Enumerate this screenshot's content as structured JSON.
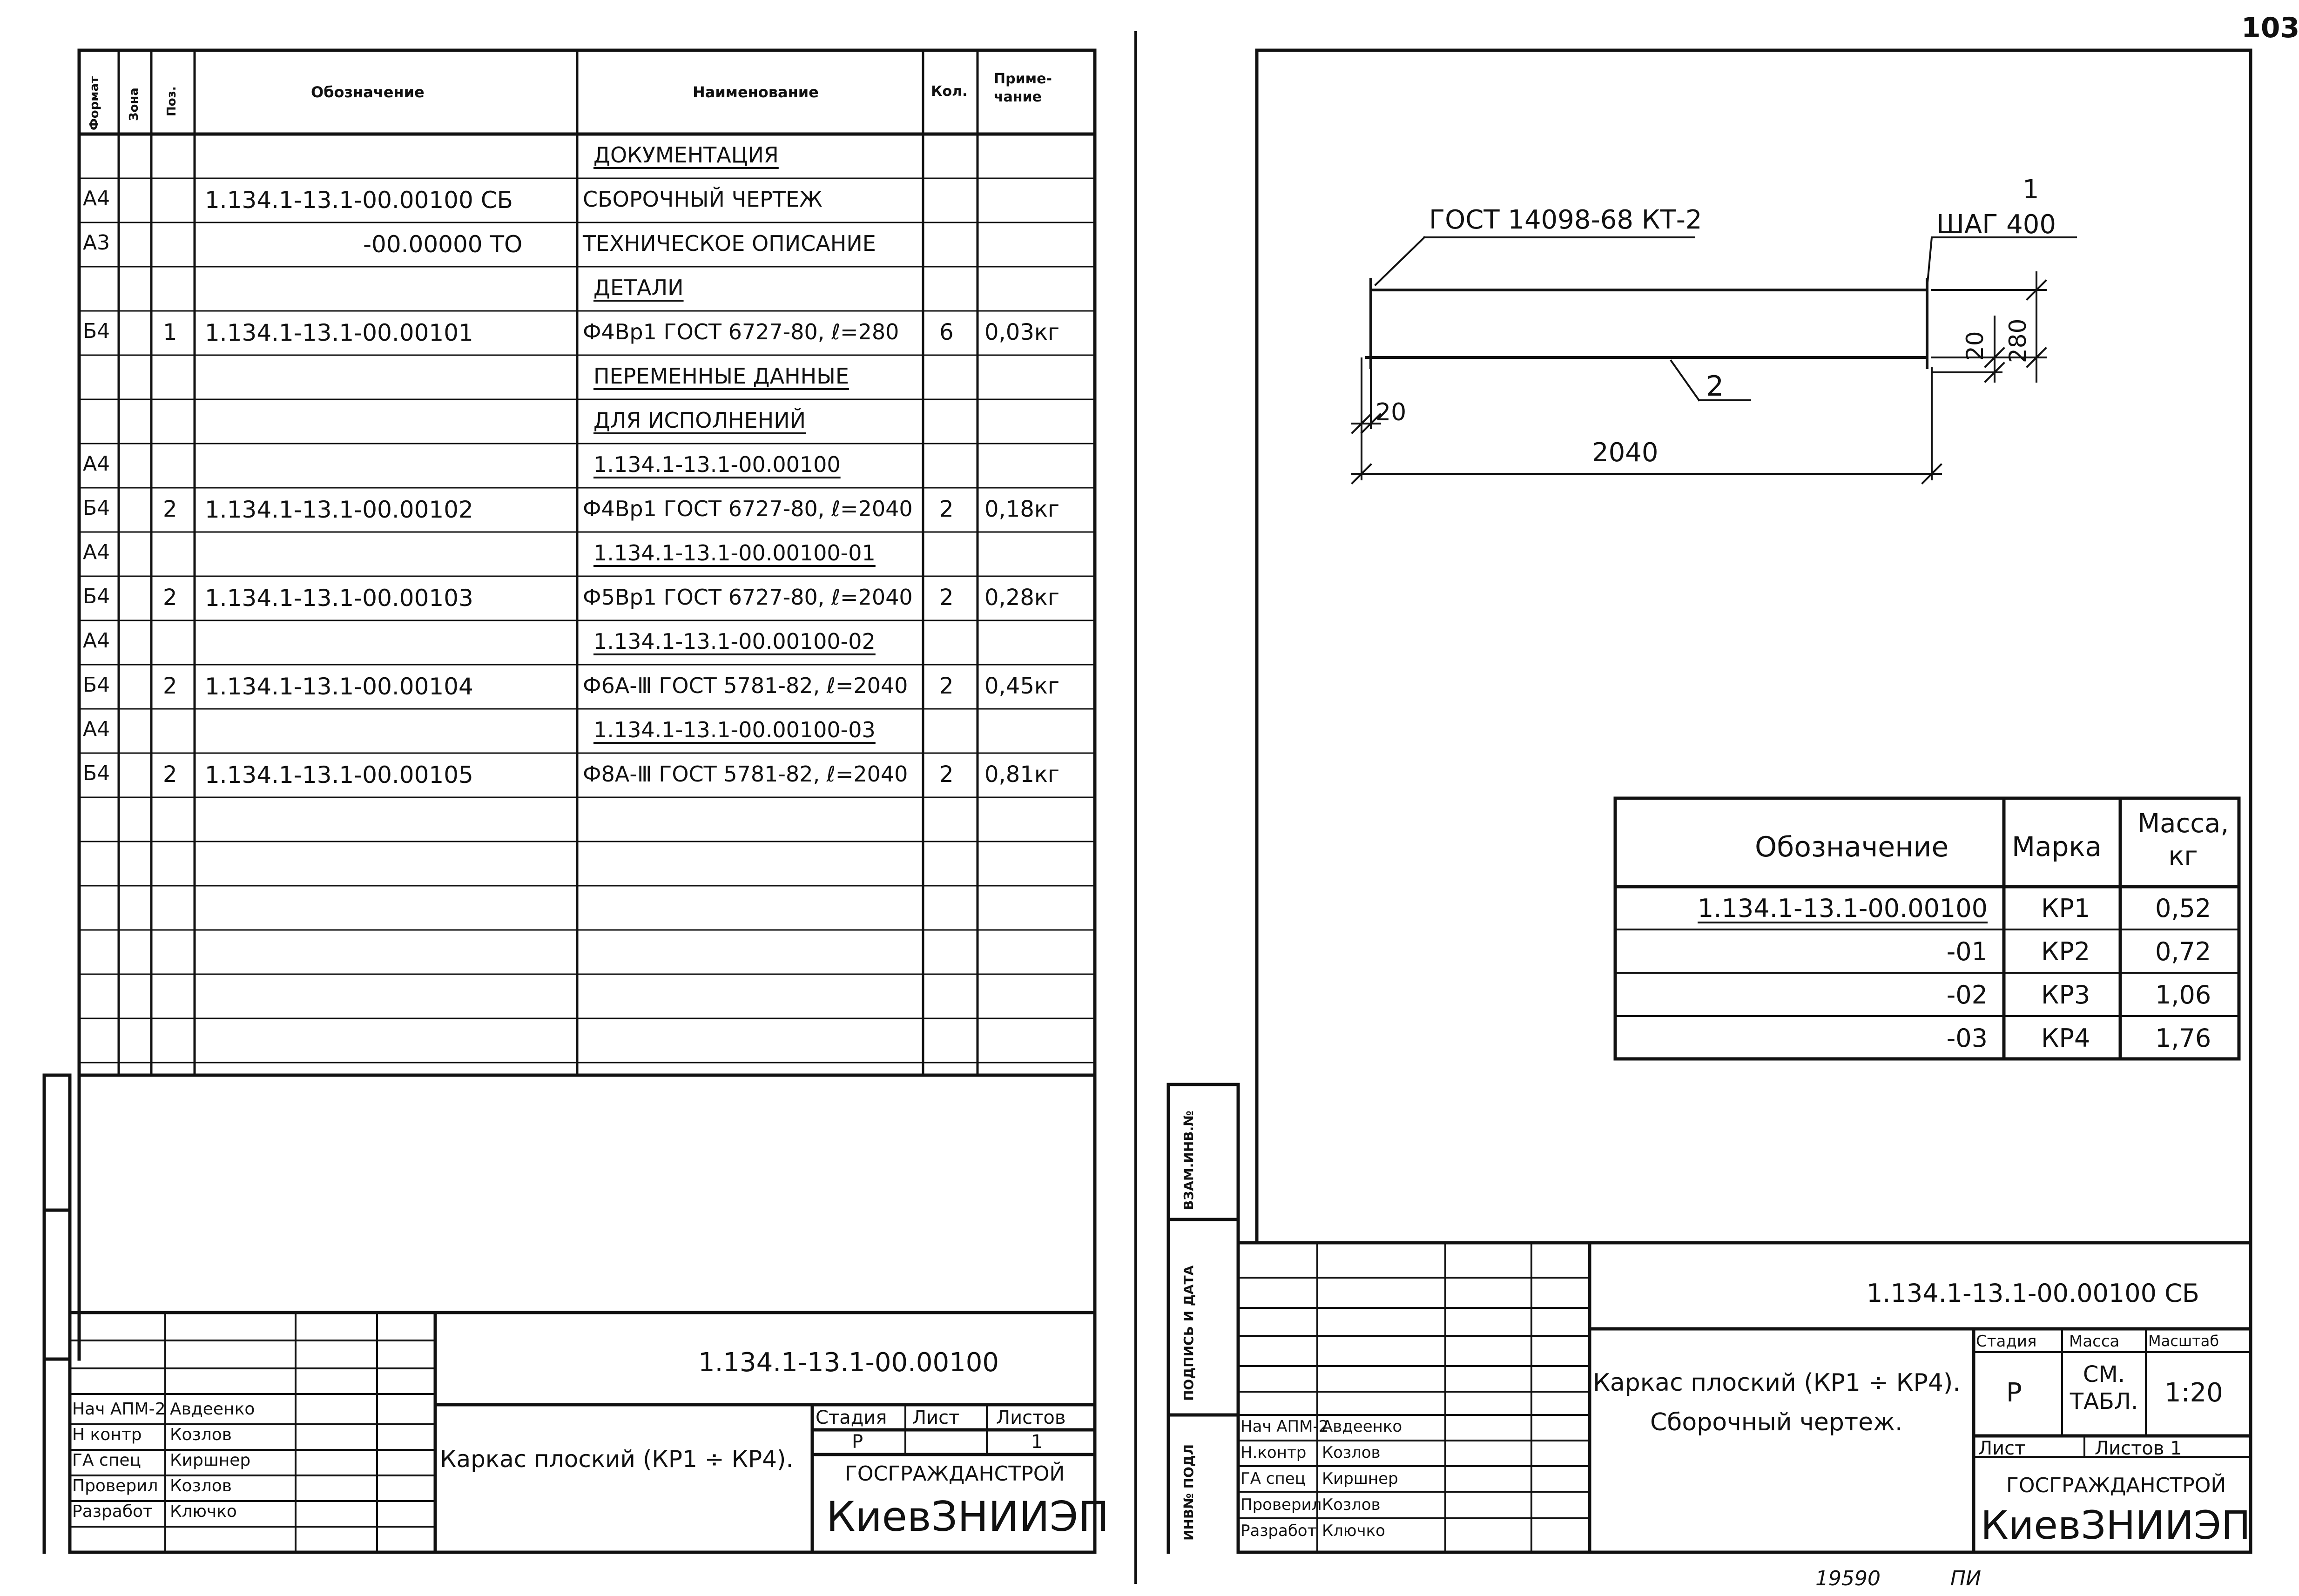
{
  "page_number": "103",
  "spec": {
    "headers": {
      "format": "Формат",
      "zone": "Зона",
      "pos": "Поз.",
      "designation": "Обозначение",
      "name": "Наименование",
      "qty": "Кол.",
      "note": "Приме-чание"
    },
    "rows": [
      {
        "format": "",
        "pos": "",
        "designation": "",
        "name": "ДОКУМЕНТАЦИЯ",
        "qty": "",
        "note": "",
        "heading": true
      },
      {
        "format": "А4",
        "pos": "",
        "designation": "1.134.1-13.1-00.00100 СБ",
        "name": "СБОРОЧНЫЙ ЧЕРТЕЖ",
        "qty": "",
        "note": ""
      },
      {
        "format": "А3",
        "pos": "",
        "designation": "-00.00000 ТО",
        "name": "ТЕХНИЧЕСКОЕ ОПИСАНИЕ",
        "qty": "",
        "note": ""
      },
      {
        "format": "",
        "pos": "",
        "designation": "",
        "name": "ДЕТАЛИ",
        "qty": "",
        "note": "",
        "heading": true
      },
      {
        "format": "Б4",
        "pos": "1",
        "designation": "1.134.1-13.1-00.00101",
        "name": "Ф4Вр1 ГОСТ 6727-80, ℓ=280",
        "qty": "6",
        "note": "0,03кг"
      },
      {
        "format": "",
        "pos": "",
        "designation": "",
        "name": "ПЕРЕМЕННЫЕ ДАННЫЕ",
        "qty": "",
        "note": "",
        "heading": true
      },
      {
        "format": "",
        "pos": "",
        "designation": "",
        "name": "ДЛЯ ИСПОЛНЕНИЙ",
        "qty": "",
        "note": "",
        "heading": true
      },
      {
        "format": "А4",
        "pos": "",
        "designation": "",
        "name": "1.134.1-13.1-00.00100",
        "qty": "",
        "note": "",
        "heading": true
      },
      {
        "format": "Б4",
        "pos": "2",
        "designation": "1.134.1-13.1-00.00102",
        "name": "Ф4Вр1 ГОСТ 6727-80, ℓ=2040",
        "qty": "2",
        "note": "0,18кг"
      },
      {
        "format": "А4",
        "pos": "",
        "designation": "",
        "name": "1.134.1-13.1-00.00100-01",
        "qty": "",
        "note": "",
        "heading": true
      },
      {
        "format": "Б4",
        "pos": "2",
        "designation": "1.134.1-13.1-00.00103",
        "name": "Ф5Вр1 ГОСТ 6727-80, ℓ=2040",
        "qty": "2",
        "note": "0,28кг"
      },
      {
        "format": "А4",
        "pos": "",
        "designation": "",
        "name": "1.134.1-13.1-00.00100-02",
        "qty": "",
        "note": "",
        "heading": true
      },
      {
        "format": "Б4",
        "pos": "2",
        "designation": "1.134.1-13.1-00.00104",
        "name": "Ф6А-Ⅲ ГОСТ 5781-82, ℓ=2040",
        "qty": "2",
        "note": "0,45кг"
      },
      {
        "format": "А4",
        "pos": "",
        "designation": "",
        "name": "1.134.1-13.1-00.00100-03",
        "qty": "",
        "note": "",
        "heading": true
      },
      {
        "format": "Б4",
        "pos": "2",
        "designation": "1.134.1-13.1-00.00105",
        "name": "Ф8А-Ⅲ ГОСТ 5781-82, ℓ=2040",
        "qty": "2",
        "note": "0,81кг"
      }
    ],
    "title_block": {
      "code": "1.134.1-13.1-00.00100",
      "title": "Каркас плоский (КР1 ÷ КР4).",
      "stage_label": "Стадия",
      "sheet_label": "Лист",
      "sheets_label": "Листов",
      "stage": "Р",
      "sheets": "1",
      "org1": "ГОСГРАЖДАНСТРОЙ",
      "org2": "КиевЗНИИЭП",
      "people": [
        {
          "role": "Нач АПМ-2",
          "name": "Авдеенко"
        },
        {
          "role": "Н контр",
          "name": "Козлов"
        },
        {
          "role": "ГА спец",
          "name": "Киршнер"
        },
        {
          "role": "Проверил",
          "name": "Козлов"
        },
        {
          "role": "Разработ",
          "name": "Ключко"
        }
      ]
    }
  },
  "drawing": {
    "callout_gost": "ГОСТ 14098-68 КТ-2",
    "mark1": "1",
    "step": "ШАГ 400",
    "mark2": "2",
    "dim_20_left": "20",
    "dim_2040": "2040",
    "dim_20_right": "20",
    "dim_280": "280",
    "variants_table": {
      "headers": {
        "designation": "Обозначение",
        "mark": "Марка",
        "mass": "Масса, кг"
      },
      "rows": [
        {
          "designation": "1.134.1-13.1-00.00100",
          "mark": "КР1",
          "mass": "0,52"
        },
        {
          "designation": "-01",
          "mark": "КР2",
          "mass": "0,72"
        },
        {
          "designation": "-02",
          "mark": "КР3",
          "mass": "1,06"
        },
        {
          "designation": "-03",
          "mark": "КР4",
          "mass": "1,76"
        }
      ]
    },
    "side_labels": {
      "vzam": "ВЗАМ.ИНВ.№",
      "sign_date": "ПОДПИСЬ И ДАТА",
      "inv": "ИНВ№ ПОДЛ"
    },
    "title_block": {
      "code": "1.134.1-13.1-00.00100 СБ",
      "title_line1": "Каркас плоский (КР1 ÷ КР4).",
      "title_line2": "Сборочный чертеж.",
      "stage_label": "Стадия",
      "mass_label": "Масса",
      "scale_label": "Масштаб",
      "stage": "Р",
      "mass": "СМ. ТАБЛ.",
      "scale": "1:20",
      "sheet_label": "Лист",
      "sheets_label": "Листов 1",
      "org1": "ГОСГРАЖДАНСТРОЙ",
      "org2": "КиевЗНИИЭП",
      "people": [
        {
          "role": "Нач АПМ-2",
          "name": "Авдеенко"
        },
        {
          "role": "Н.контр",
          "name": "Козлов"
        },
        {
          "role": "ГА спец",
          "name": "Киршнер"
        },
        {
          "role": "Проверил",
          "name": "Козлов"
        },
        {
          "role": "Разработ",
          "name": "Ключко"
        }
      ]
    }
  },
  "footer": {
    "archive_no": "19590",
    "suffix": "ПИ"
  }
}
